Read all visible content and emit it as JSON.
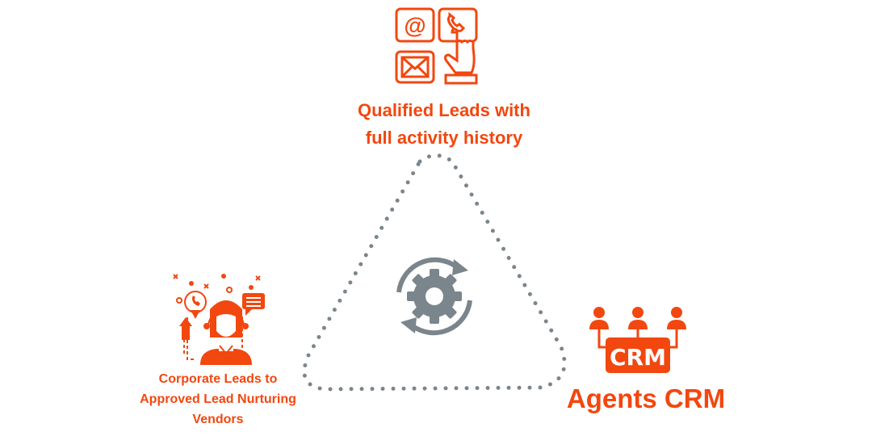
{
  "nodes": {
    "top": {
      "label_line1": "Qualified Leads with",
      "label_line2": "full activity history",
      "icon": "contact-channels-icon"
    },
    "left": {
      "label_line1": "Corporate Leads to",
      "label_line2": "Approved Lead Nurturing",
      "label_line3": "Vendors",
      "icon": "call-center-agent-icon"
    },
    "right": {
      "label": "Agents CRM",
      "icon": "crm-agents-icon",
      "icon_text": "CRM"
    },
    "center": {
      "icon": "gear-cycle-icon"
    }
  },
  "colors": {
    "accent": "#f2470f",
    "gray": "#7b858c"
  }
}
